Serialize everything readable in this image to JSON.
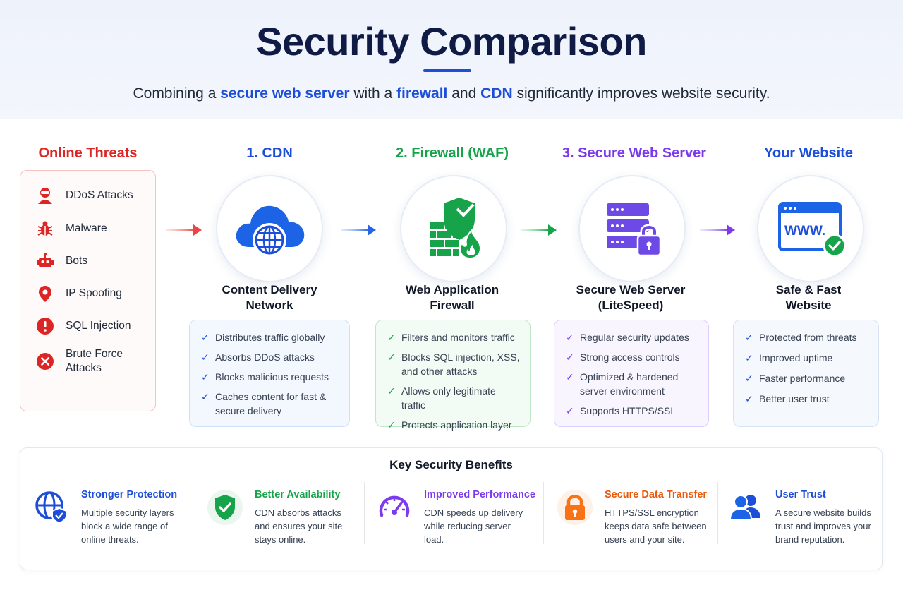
{
  "header": {
    "title": "Security Comparison",
    "subtitle_parts": [
      "Combining a ",
      "secure web server",
      " with a ",
      "firewall",
      " and ",
      "CDN",
      " significantly improves website security."
    ]
  },
  "threats": {
    "heading": "Online Threats",
    "color": "#dc2626",
    "items": [
      {
        "label": "DDoS Attacks",
        "icon": "hacker-icon"
      },
      {
        "label": "Malware",
        "icon": "bug-icon"
      },
      {
        "label": "Bots",
        "icon": "robot-icon"
      },
      {
        "label": "IP Spoofing",
        "icon": "location-pin-icon"
      },
      {
        "label": "SQL Injection",
        "icon": "alert-icon"
      },
      {
        "label": "Brute Force Attacks",
        "icon": "x-circle-icon"
      }
    ]
  },
  "nodes": [
    {
      "heading": "1. CDN",
      "color": "#1d4ed8",
      "icon": "cloud-globe-icon",
      "label_lines": [
        "Content Delivery",
        "Network"
      ],
      "features": [
        "Distributes traffic globally",
        "Absorbs DDoS attacks",
        "Blocks malicious requests",
        "Caches content for fast & secure delivery"
      ]
    },
    {
      "heading": "2. Firewall (WAF)",
      "color": "#16a34a",
      "icon": "firewall-icon",
      "label_lines": [
        "Web Application",
        "Firewall"
      ],
      "features": [
        "Filters and monitors traffic",
        "Blocks SQL injection, XSS, and other attacks",
        "Allows only legitimate traffic",
        "Protects application layer"
      ]
    },
    {
      "heading": "3. Secure Web Server",
      "color": "#7c3aed",
      "icon": "server-lock-icon",
      "label_lines": [
        "Secure Web Server",
        "(LiteSpeed)"
      ],
      "features": [
        "Regular security updates",
        "Strong access controls",
        "Optimized & hardened server environment",
        "Supports HTTPS/SSL"
      ]
    },
    {
      "heading": "Your Website",
      "color": "#1d4ed8",
      "icon": "website-check-icon",
      "label_lines": [
        "Safe & Fast",
        "Website"
      ],
      "features": [
        "Protected from threats",
        "Improved uptime",
        "Faster performance",
        "Better user trust"
      ]
    }
  ],
  "benefits": {
    "title": "Key Security Benefits",
    "items": [
      {
        "title": "Stronger Protection",
        "color": "#1d4ed8",
        "icon": "globe-shield-icon",
        "desc": "Multiple security layers block a wide range of online threats."
      },
      {
        "title": "Better Availability",
        "color": "#16a34a",
        "icon": "shield-check-icon",
        "desc": "CDN absorbs attacks and ensures your site stays online."
      },
      {
        "title": "Improved Performance",
        "color": "#7c3aed",
        "icon": "speedometer-icon",
        "desc": "CDN speeds up delivery while reducing server load."
      },
      {
        "title": "Secure Data Transfer",
        "color": "#ea580c",
        "icon": "padlock-icon",
        "desc": "HTTPS/SSL encryption keeps data safe between users and your site."
      },
      {
        "title": "User Trust",
        "color": "#1d4ed8",
        "icon": "users-icon",
        "desc": "A secure website builds trust and improves your brand reputation."
      }
    ]
  }
}
